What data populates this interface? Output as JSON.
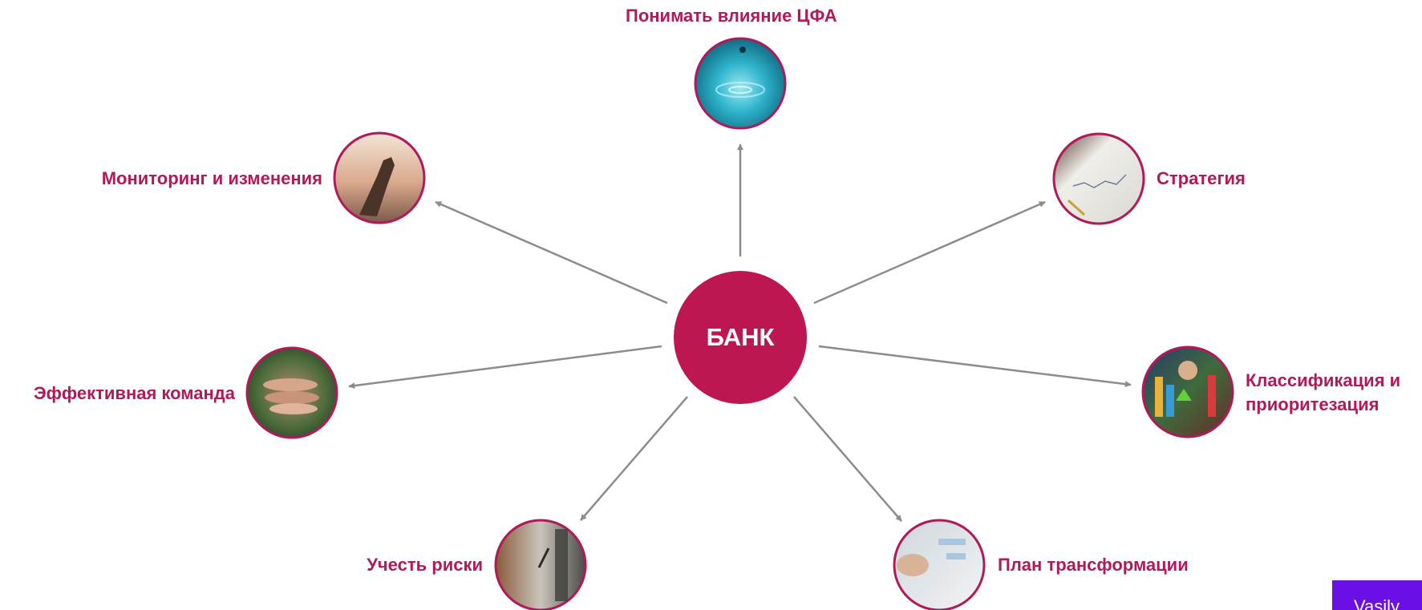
{
  "center": {
    "label": "БАНК"
  },
  "nodes": [
    {
      "id": "impact",
      "label": "Понимать влияние ЦФА",
      "image": "water-drop-icon"
    },
    {
      "id": "strategy",
      "label": "Стратегия",
      "image": "strategy-chart-paper-icon"
    },
    {
      "id": "classification",
      "label_line1": "Классификация и",
      "label_line2": "приоритезация",
      "image": "person-colorful-arrows-icon"
    },
    {
      "id": "transformation",
      "label": "План трансформации",
      "image": "whiteboard-planning-icon"
    },
    {
      "id": "risks",
      "label": "Учесть риски",
      "image": "cliff-climber-icon"
    },
    {
      "id": "team",
      "label": "Эффективная команда",
      "image": "stacked-hands-icon"
    },
    {
      "id": "monitoring",
      "label": "Мониторинг и изменения",
      "image": "reaching-hand-sunset-icon"
    }
  ],
  "colors": {
    "accent": "#b0195a",
    "center_fill": "#bd1651",
    "arrow": "#8c8c8c",
    "badge": "#6a10e6"
  },
  "badge": {
    "text": "Vasily"
  }
}
